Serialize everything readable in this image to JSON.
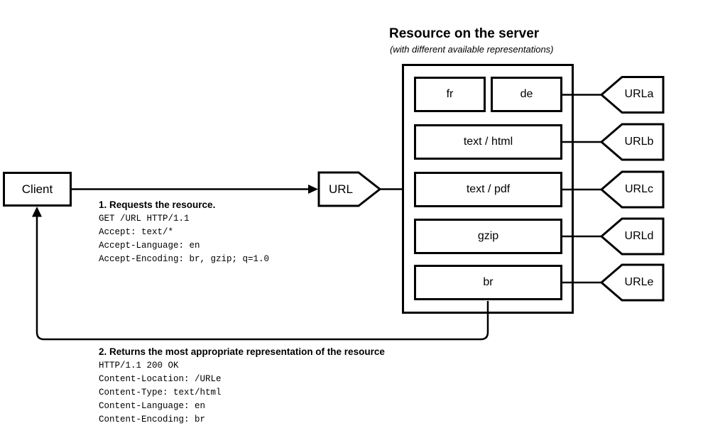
{
  "canvas": {
    "background": "#ffffff",
    "line_color": "#000000"
  },
  "client": {
    "label": "Client"
  },
  "url_pointer": {
    "label": "URL"
  },
  "server": {
    "title": "Resource on the server",
    "subtitle": "(with different available representations)",
    "representations": [
      {
        "label": "fr"
      },
      {
        "label": "de"
      },
      {
        "label": "text / html"
      },
      {
        "label": "text / pdf"
      },
      {
        "label": "gzip"
      },
      {
        "label": "br"
      }
    ]
  },
  "url_tags": [
    {
      "label": "URLa"
    },
    {
      "label": "URLb"
    },
    {
      "label": "URLc"
    },
    {
      "label": "URLd"
    },
    {
      "label": "URLe"
    }
  ],
  "request": {
    "title": "1. Requests the resource.",
    "lines": [
      "GET /URL HTTP/1.1",
      "Accept: text/*",
      "Accept-Language: en",
      "Accept-Encoding: br, gzip; q=1.0"
    ]
  },
  "response": {
    "title": "2. Returns the most appropriate representation of the resource",
    "lines": [
      "HTTP/1.1 200 OK",
      "Content-Location: /URLe",
      "Content-Type: text/html",
      "Content-Language: en",
      "Content-Encoding: br"
    ]
  }
}
